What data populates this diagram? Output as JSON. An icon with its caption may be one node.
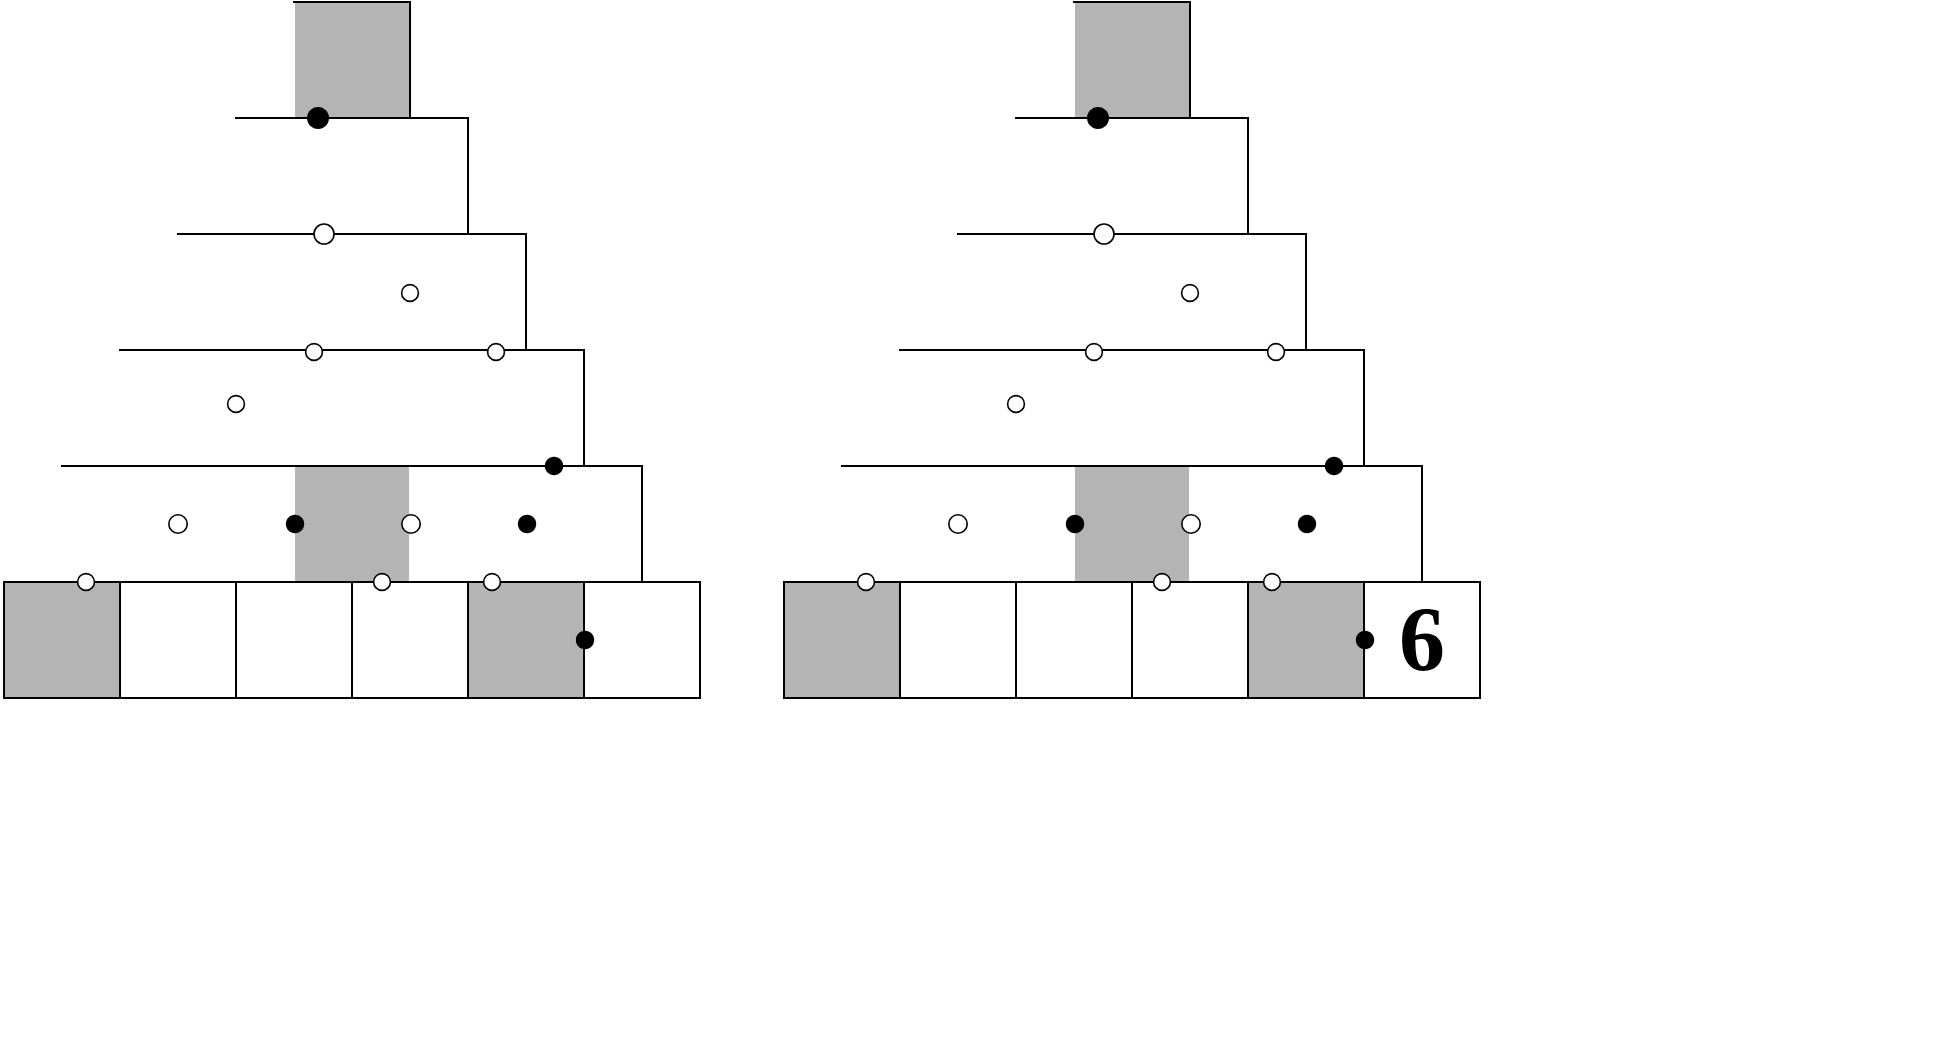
{
  "diagram": {
    "nodes": [
      {
        "text": [],
        "shape": "box"
      },
      {
        "text": [],
        "shape": "box"
      },
      {
        "text": [],
        "shape": "box"
      },
      {
        "text": [],
        "shape": "box"
      },
      {
        "text": [],
        "shape": "box"
      },
      {
        "text": [],
        "shape": "box"
      },
      {
        "text": [],
        "shape": "box"
      },
      {
        "text": [],
        "shape": "box"
      },
      {
        "text": [],
        "shape": "box"
      },
      {
        "text": [],
        "shape": "box"
      },
      {
        "text": [],
        "shape": "box"
      },
      {
        "text": [],
        "shape": "box"
      },
      {
        "text": [],
        "shape": "box"
      },
      {
        "text": [],
        "shape": "box"
      },
      {
        "text": [],
        "shape": "box"
      },
      {
        "text": [],
        "shape": "box"
      },
      {
        "text": [],
        "shape": "box"
      },
      {
        "text": [],
        "shape": "box"
      },
      {
        "text": [],
        "shape": "box"
      },
      {
        "text": [],
        "shape": "box"
      },
      {
        "text": [],
        "shape": "box"
      },
      {
        "text": [],
        "shape": "box"
      },
      {
        "text": [],
        "shape": "box"
      },
      {
        "text": [],
        "shape": "box"
      },
      {
        "text": [],
        "shape": "box"
      },
      {
        "text": [],
        "shape": "box"
      },
      {
        "text": [],
        "shape": "box"
      },
      {
        "text": [],
        "shape": "box"
      },
      {
        "text": [],
        "shape": "box"
      },
      {
        "text": [],
        "shape": "box"
      },
      {
        "text": [],
        "shape": "box"
      },
      {
        "text": [],
        "shape": "box"
      },
      {
        "text": [],
        "shape": "box"
      },
      {
        "text": [],
        "shape": "box"
      },
      {
        "text": [],
        "shape": "box"
      },
      {
        "text": [],
        "shape": "box"
      },
      {
        "text": [],
        "shape": "box"
      },
      {
        "text": [],
        "shape": "box"
      },
      {
        "text": [],
        "shape": "box"
      },
      {
        "text": [],
        "shape": "box"
      },
      {
        "text": [],
        "shape": "box"
      },
      {
        "text": [
          "6"
        ]
      }
    ]
  }
}
